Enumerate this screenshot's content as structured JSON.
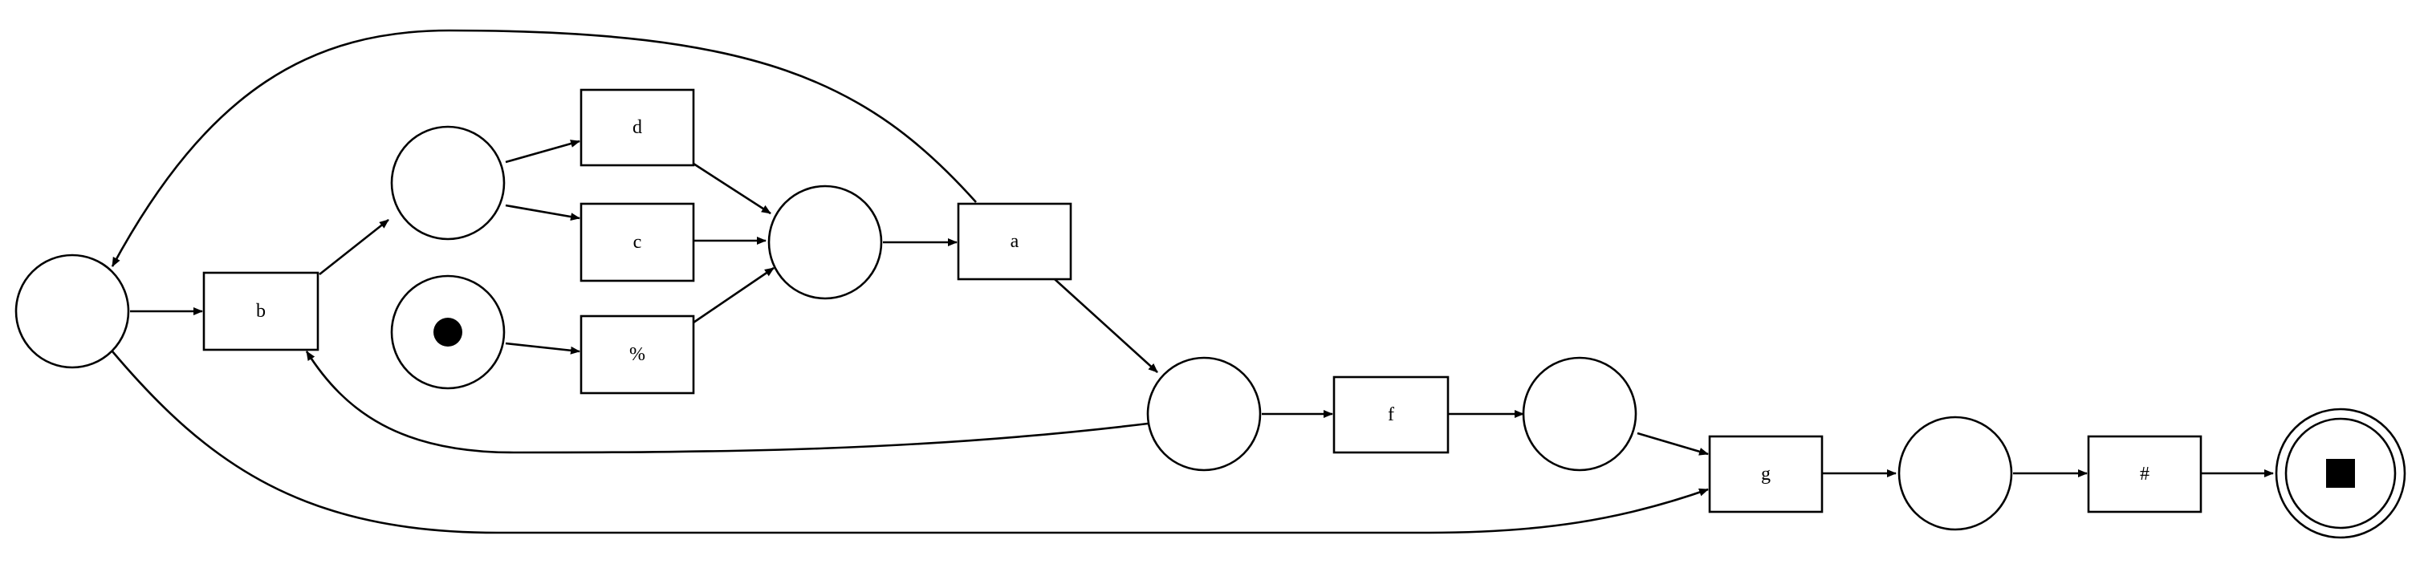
{
  "diagram": {
    "transitions": {
      "b": "b",
      "d": "d",
      "c": "c",
      "pct": "%",
      "a": "a",
      "f": "f",
      "g": "g",
      "hash": "#"
    },
    "places": [
      "p_start_loop",
      "p_after_b",
      "p_initial",
      "p_join",
      "p_after_a",
      "p_after_f",
      "p_after_g",
      "p_final"
    ],
    "initial_marking": "p_initial",
    "final_marking": "p_final",
    "arcs": [
      [
        "p_start_loop",
        "b"
      ],
      [
        "b",
        "p_after_b"
      ],
      [
        "p_after_b",
        "d"
      ],
      [
        "p_after_b",
        "c"
      ],
      [
        "p_initial",
        "pct"
      ],
      [
        "d",
        "p_join"
      ],
      [
        "c",
        "p_join"
      ],
      [
        "pct",
        "p_join"
      ],
      [
        "p_join",
        "a"
      ],
      [
        "a",
        "p_start_loop"
      ],
      [
        "a",
        "p_after_a"
      ],
      [
        "p_after_a",
        "b"
      ],
      [
        "p_after_a",
        "f"
      ],
      [
        "f",
        "p_after_f"
      ],
      [
        "p_after_f",
        "g"
      ],
      [
        "p_start_loop",
        "g"
      ],
      [
        "g",
        "p_after_g"
      ],
      [
        "p_after_g",
        "hash"
      ],
      [
        "hash",
        "p_final"
      ]
    ]
  }
}
